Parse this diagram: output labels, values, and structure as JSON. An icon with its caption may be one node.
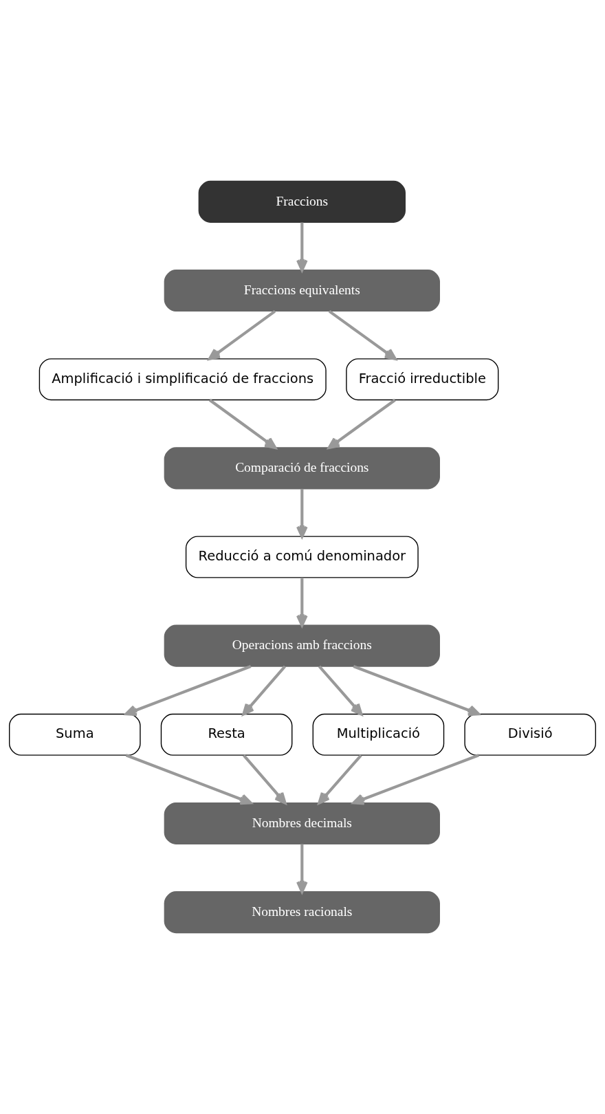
{
  "diagram": {
    "nodes": [
      {
        "text": [
          "Fraccions"
        ]
      },
      {
        "text": [
          "Fraccions equivalents"
        ]
      },
      {
        "text": [
          "Amplificació i simplificació de fraccions"
        ]
      },
      {
        "text": [
          "Fracció irreductible"
        ]
      },
      {
        "text": [
          "Comparació de fraccions"
        ]
      },
      {
        "text": [
          "Reducció a comú denominador"
        ]
      },
      {
        "text": [
          "Operacions amb fraccions"
        ]
      },
      {
        "text": [
          "Suma"
        ]
      },
      {
        "text": [
          "Resta"
        ]
      },
      {
        "text": [
          "Multiplicació"
        ]
      },
      {
        "text": [
          "Divisió"
        ]
      },
      {
        "text": [
          "Nombres decimals"
        ]
      },
      {
        "text": [
          "Nombres racionals"
        ]
      }
    ],
    "edges": [
      {
        "from": 0,
        "to": 1,
        "arrow": "to"
      },
      {
        "from": 1,
        "to": 2,
        "arrow": "to"
      },
      {
        "from": 1,
        "to": 3,
        "arrow": "to"
      },
      {
        "from": 2,
        "to": 4,
        "arrow": "to"
      },
      {
        "from": 3,
        "to": 4,
        "arrow": "to"
      },
      {
        "from": 4,
        "to": 5,
        "arrow": "to"
      },
      {
        "from": 5,
        "to": 6,
        "arrow": "to"
      },
      {
        "from": 6,
        "to": 7,
        "arrow": "to"
      },
      {
        "from": 6,
        "to": 8,
        "arrow": "to"
      },
      {
        "from": 6,
        "to": 9,
        "arrow": "to"
      },
      {
        "from": 6,
        "to": 10,
        "arrow": "to"
      },
      {
        "from": 7,
        "to": 11,
        "arrow": "to"
      },
      {
        "from": 8,
        "to": 11,
        "arrow": "to"
      },
      {
        "from": 9,
        "to": 11,
        "arrow": "to"
      },
      {
        "from": 10,
        "to": 11,
        "arrow": "to"
      },
      {
        "from": 11,
        "to": 12,
        "arrow": "to"
      }
    ]
  }
}
